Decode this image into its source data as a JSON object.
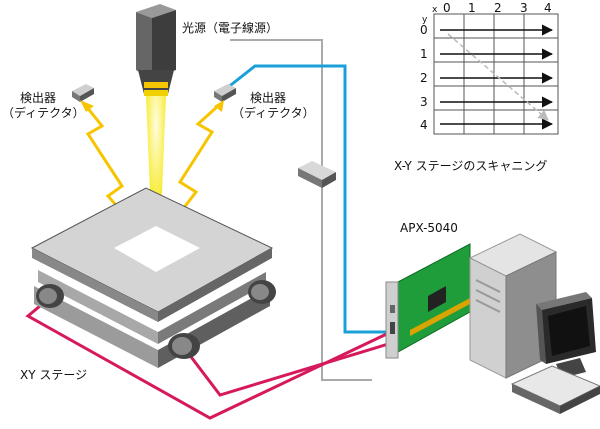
{
  "labels": {
    "light_source": "光源（電子線源）",
    "detector_left_line1": "検出器",
    "detector_left_line2": "（ディテクタ）",
    "detector_right_line1": "検出器",
    "detector_right_line2": "（ディテクタ）",
    "scan_caption": "X-Y ステージのスキャニング",
    "board_name": "APX-5040",
    "stage_name": "XY ステージ"
  },
  "scan_grid": {
    "x_axis_label": "x",
    "y_axis_label": "y",
    "x_ticks": [
      "0",
      "1",
      "2",
      "3",
      "4"
    ],
    "y_ticks": [
      "0",
      "1",
      "2",
      "3",
      "4"
    ]
  },
  "colors": {
    "beam": "#f5e600",
    "arrow_yellow": "#f7c400",
    "cable_red": "#d6195c",
    "cable_blue": "#1aa0d8",
    "cable_gray": "#aaaaaa",
    "board_green": "#1f9d3a"
  }
}
